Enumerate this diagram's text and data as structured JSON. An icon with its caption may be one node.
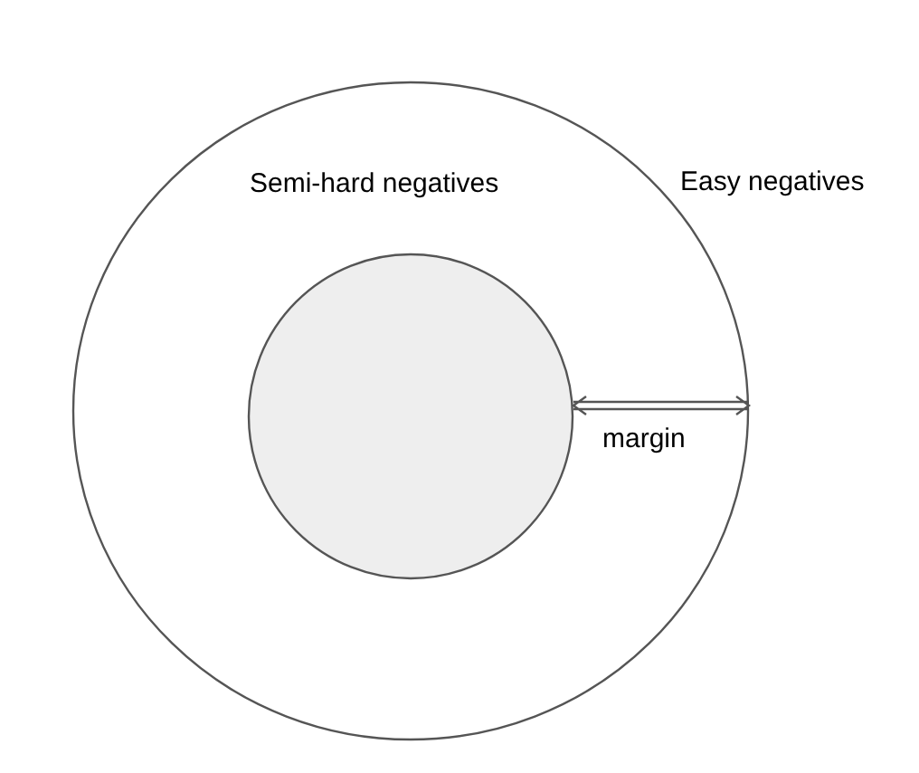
{
  "diagram": {
    "nodes": [
      {
        "text": [
          "Semi-hard negatives"
        ]
      },
      {
        "text": [],
        "shape": "circle",
        "in": 0
      }
    ],
    "edges": [
      {
        "from": 1,
        "to": 0,
        "arrow": "both",
        "label": "margin"
      }
    ],
    "labels": [
      "Easy negatives"
    ]
  }
}
